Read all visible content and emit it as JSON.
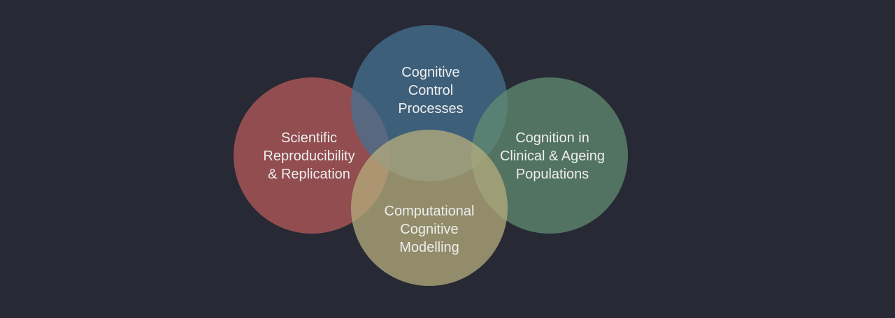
{
  "background": "#272935",
  "diagram": {
    "type": "venn",
    "circles": [
      {
        "key": "reproducibility",
        "name": "circle-scientific-reproducibility",
        "color": "#b55a5a",
        "lines": [
          "Scientific",
          "Reproducibility",
          "& Replication"
        ]
      },
      {
        "key": "cognitive-control",
        "name": "circle-cognitive-control-processes",
        "color": "#467191",
        "lines": [
          "Cognitive",
          "Control",
          "Processes"
        ]
      },
      {
        "key": "clinical-ageing",
        "name": "circle-cognition-clinical-ageing",
        "color": "#618b72",
        "lines": [
          "Cognition in",
          "Clinical & Ageing",
          "Populations"
        ]
      },
      {
        "key": "computational",
        "name": "circle-computational-cognitive-modelling",
        "color": "#b7ad7c",
        "lines": [
          "Computational",
          "Cognitive",
          "Modelling"
        ]
      }
    ]
  }
}
